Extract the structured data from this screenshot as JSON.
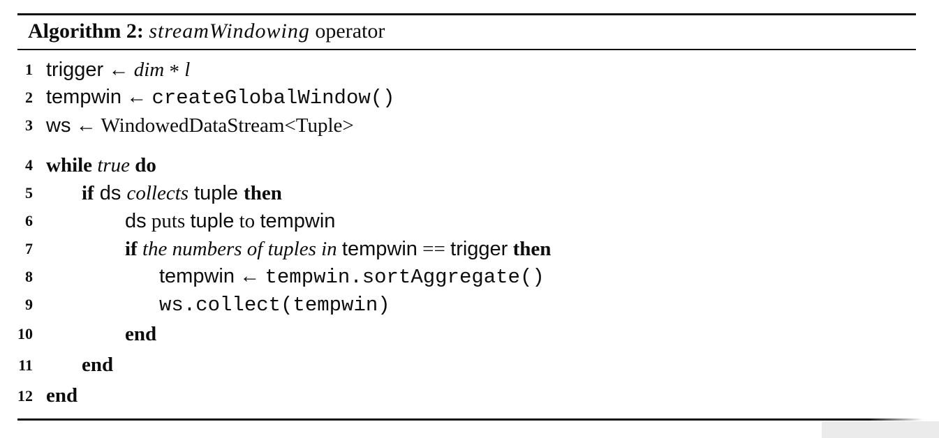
{
  "figure": {
    "caption": {
      "label": "Algorithm 2:",
      "name_italic": "streamWindowing",
      "rest": " operator"
    },
    "lines": [
      {
        "num": "1",
        "indent": 0,
        "segs": [
          [
            "sf",
            "trigger"
          ],
          [
            "rm",
            " ← "
          ],
          [
            "it",
            "dim"
          ],
          [
            "rm",
            " "
          ],
          [
            "ast",
            "*"
          ],
          [
            "rm",
            " "
          ],
          [
            "it",
            "l"
          ]
        ]
      },
      {
        "num": "2",
        "indent": 0,
        "segs": [
          [
            "sf",
            "tempwin"
          ],
          [
            "rm",
            " ← "
          ],
          [
            "tt",
            "createGlobalWindow()"
          ]
        ]
      },
      {
        "num": "3",
        "indent": 0,
        "segs": [
          [
            "sf",
            "ws"
          ],
          [
            "rm",
            " ← "
          ],
          [
            "rm",
            "WindowedDataStream<Tuple>"
          ]
        ]
      },
      {
        "num": "4",
        "indent": 0,
        "gap_before": true,
        "segs": [
          [
            "bf",
            "while"
          ],
          [
            "it",
            " true "
          ],
          [
            "bf",
            "do"
          ]
        ]
      },
      {
        "num": "5",
        "indent": 1,
        "segs": [
          [
            "bf",
            "if"
          ],
          [
            "sf",
            " ds "
          ],
          [
            "it",
            "collects"
          ],
          [
            "sf",
            " tuple "
          ],
          [
            "bf",
            "then"
          ]
        ]
      },
      {
        "num": "6",
        "indent": 2,
        "segs": [
          [
            "sf",
            "ds"
          ],
          [
            "rm",
            " puts "
          ],
          [
            "sf",
            "tuple"
          ],
          [
            "rm",
            " to "
          ],
          [
            "sf",
            "tempwin"
          ]
        ]
      },
      {
        "num": "7",
        "indent": 2,
        "segs": [
          [
            "bf",
            "if"
          ],
          [
            "it",
            " the numbers of tuples in "
          ],
          [
            "sf",
            "tempwin"
          ],
          [
            "rm",
            " == "
          ],
          [
            "sf",
            "trigger"
          ],
          [
            "bf",
            " then"
          ]
        ]
      },
      {
        "num": "8",
        "indent": 3,
        "segs": [
          [
            "sf",
            "tempwin"
          ],
          [
            "rm",
            " ← "
          ],
          [
            "tt",
            "tempwin.sortAggregate()"
          ]
        ]
      },
      {
        "num": "9",
        "indent": 3,
        "segs": [
          [
            "tt",
            "ws.collect(tempwin)"
          ]
        ]
      },
      {
        "num": "10",
        "indent": 2,
        "tall": "h44",
        "segs": [
          [
            "bf",
            "end"
          ]
        ]
      },
      {
        "num": "11",
        "indent": 1,
        "tall": "h45",
        "segs": [
          [
            "bf",
            "end"
          ]
        ]
      },
      {
        "num": "12",
        "indent": 0,
        "tall": "h43",
        "segs": [
          [
            "bf",
            "end"
          ]
        ]
      }
    ]
  },
  "colors": {
    "ink": "#0d0d0d",
    "rule": "#101010",
    "scan_artifact": "#ebebeb"
  }
}
